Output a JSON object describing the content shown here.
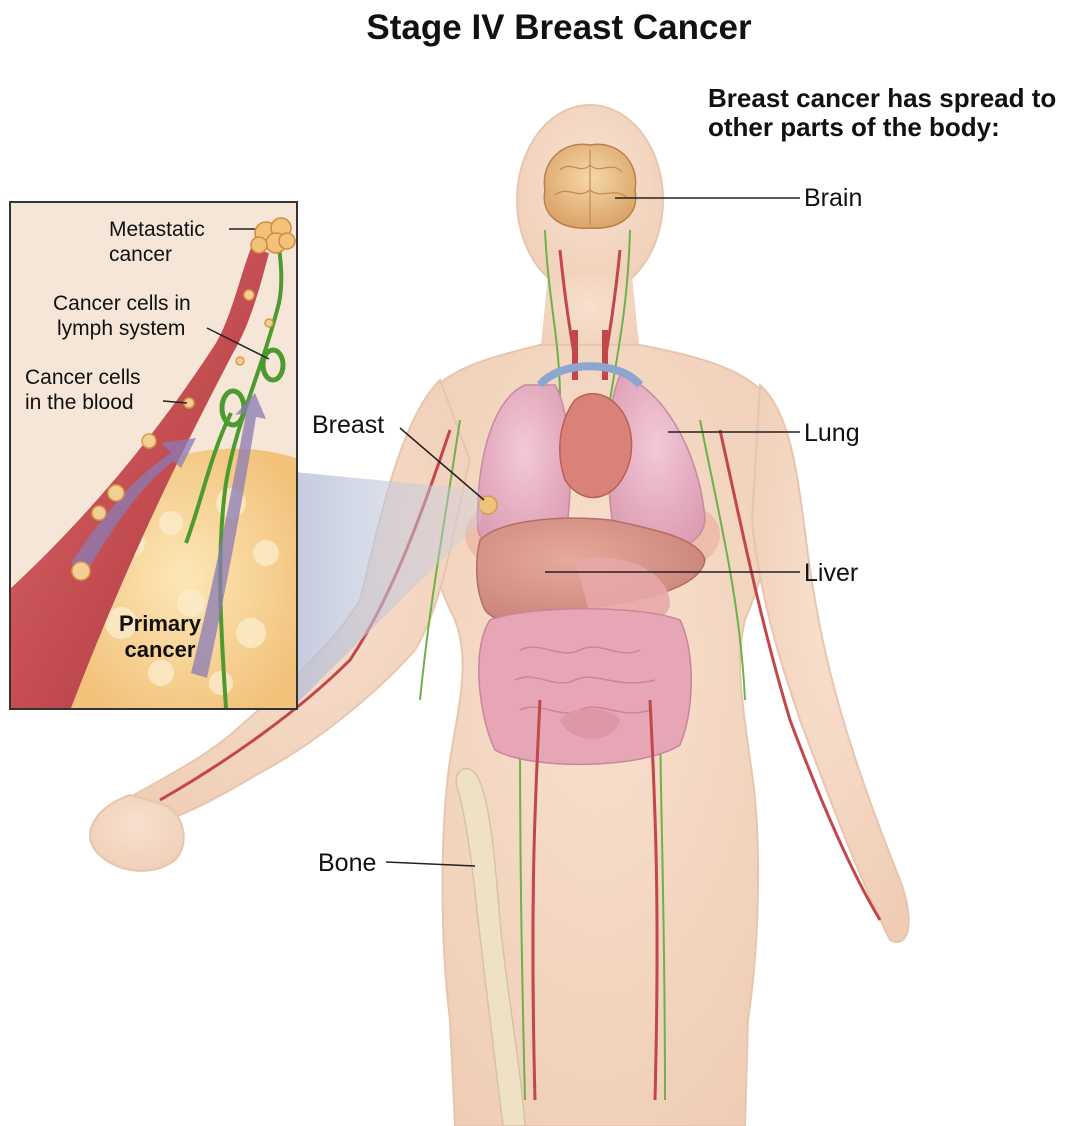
{
  "title": "Stage IV Breast Cancer",
  "subtitle": "Breast cancer has spread to other parts of the body:",
  "body_labels": {
    "brain": "Brain",
    "lung": "Lung",
    "liver": "Liver",
    "breast": "Breast",
    "bone": "Bone"
  },
  "inset_labels": {
    "metastatic_line1": "Metastatic",
    "metastatic_line2": "cancer",
    "lymph_line1": "Cancer cells in",
    "lymph_line2": "lymph system",
    "blood_line1": "Cancer cells",
    "blood_line2": "in the blood",
    "primary_line1": "Primary",
    "primary_line2": "cancer"
  },
  "colors": {
    "skin": "#f3d6c2",
    "organ_pink": "#e7a7b4",
    "vessel_red": "#c2474a",
    "lymph_green": "#5fa83a",
    "tumor_orange": "#f0c27a"
  }
}
